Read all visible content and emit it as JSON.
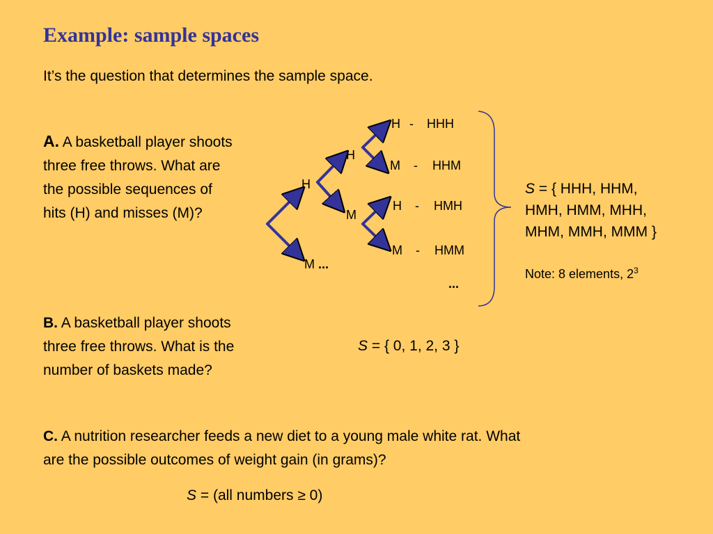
{
  "title": "Example: sample spaces",
  "subtitle": "It’s the question that determines the sample space.",
  "section_a": {
    "letter": "A.",
    "text_lines": [
      "A basketball player shoots",
      "three free throws. What are",
      "the possible sequences of",
      "hits (H) and misses (M)?"
    ],
    "tree": {
      "level1_hit": "H",
      "level1_miss": "M",
      "level1_miss_ellipsis": "...",
      "level2_hit": "H",
      "level2_miss": "M",
      "leaves": [
        {
          "label": "H",
          "dash": "-",
          "outcome": "HHH"
        },
        {
          "label": "M",
          "dash": "-",
          "outcome": "HHM"
        },
        {
          "label": "H",
          "dash": "-",
          "outcome": "HMH"
        },
        {
          "label": "M",
          "dash": "-",
          "outcome": "HMM"
        }
      ],
      "leaves_ellipsis": "..."
    },
    "set_symbol": "S",
    "set_lines": [
      " = { HHH, HHM,",
      "HMH, HMM, MHH,",
      "MHM, MMH, MMM }"
    ],
    "note_text": "Note: 8 elements, 2",
    "note_exponent": "3"
  },
  "section_b": {
    "letter": "B.",
    "text_lines": [
      "A basketball player shoots",
      "three free throws. What is the",
      "number of baskets made?"
    ],
    "set_symbol": "S",
    "set_rest": " = { 0, 1, 2, 3 }"
  },
  "section_c": {
    "letter": "C.",
    "text_lines": [
      "A nutrition researcher feeds a new diet to a young male white rat. What",
      "are the possible outcomes of weight gain (in grams)?"
    ],
    "set_symbol": "S",
    "set_rest": " = (all numbers ≥ 0)"
  },
  "colors": {
    "background": "#FFCC66",
    "title": "#333399",
    "arrow": "#333399"
  }
}
